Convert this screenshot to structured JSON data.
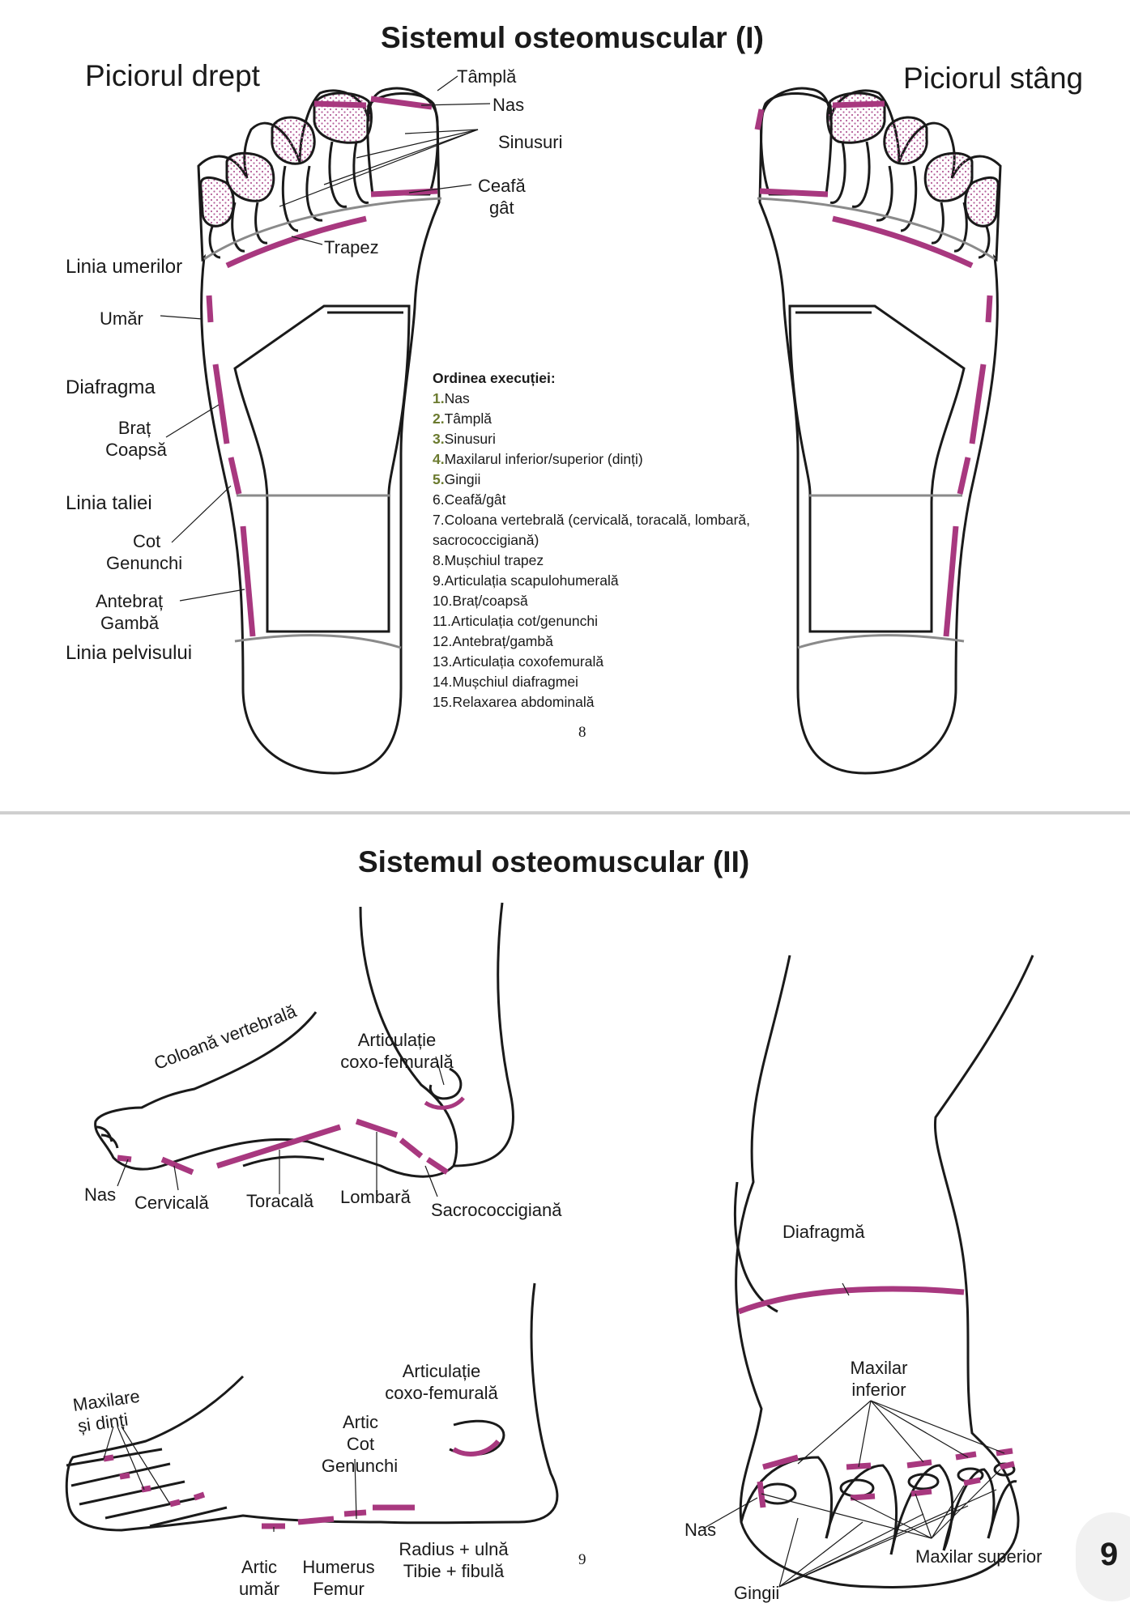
{
  "top": {
    "title": "Sistemul osteomuscular (I)",
    "right_foot_label": "Piciorul drept",
    "left_foot_label": "Piciorul stâng",
    "labels": {
      "tampla": "Tâmplă",
      "nas": "Nas",
      "sinusuri": "Sinusuri",
      "ceafa": "Ceafă",
      "gat": "gât",
      "trapez": "Trapez",
      "linia_umerilor": "Linia umerilor",
      "umar": "Umăr",
      "diafragma": "Diafragma",
      "brat": "Braț",
      "coapsa": "Coapsă",
      "linia_taliei": "Linia taliei",
      "cot": "Cot",
      "genunchi": "Genunchi",
      "antebrat": "Antebraț",
      "gamba": "Gambă",
      "linia_pelvisului": "Linia pelvisului"
    },
    "legend_title": "Ordinea execuției:",
    "legend": [
      {
        "n": "1.",
        "text": "Nas"
      },
      {
        "n": "2.",
        "text": "Tâmplă"
      },
      {
        "n": "3.",
        "text": "Sinusuri"
      },
      {
        "n": "4.",
        "text": "Maxilarul inferior/superior (dinți)"
      },
      {
        "n": "5.",
        "text": "Gingii"
      },
      {
        "n": "",
        "text": "6.Ceafă/gât"
      },
      {
        "n": "",
        "text": "7.Coloana vertebrală (cervicală, toracală, lombară,"
      },
      {
        "n": "",
        "text": "sacrococcigiană)"
      },
      {
        "n": "",
        "text": "8.Mușchiul trapez"
      },
      {
        "n": "",
        "text": "9.Articulația scapulohumerală"
      },
      {
        "n": "",
        "text": "10.Braț/coapsă"
      },
      {
        "n": "",
        "text": "11.Articulația cot/genunchi"
      },
      {
        "n": "",
        "text": "12.Antebraț/gambă"
      },
      {
        "n": "",
        "text": "13.Articulația coxofemurală"
      },
      {
        "n": "",
        "text": "14.Mușchiul diafragmei"
      },
      {
        "n": "",
        "text": "15.Relaxarea abdominală"
      }
    ],
    "page_number": "8"
  },
  "bottom": {
    "title": "Sistemul osteomuscular (II)",
    "labels": {
      "coloana": "Coloană vertebrală",
      "artic_coxo_1a": "Articulație",
      "artic_coxo_1b": "coxo-femurală",
      "nas_1": "Nas",
      "cervicala": "Cervicală",
      "toracala": "Toracală",
      "lombara": "Lombară",
      "sacro": "Sacrococcigiană",
      "diafragma": "Diafragmă",
      "maxilar_inf_a": "Maxilar",
      "maxilar_inf_b": "inferior",
      "maxilare_a": "Maxilare",
      "maxilare_b": "și dinți",
      "artic_coxo_2a": "Articulație",
      "artic_coxo_2b": "coxo-femurală",
      "artic": "Artic",
      "cot": "Cot",
      "genunchi": "Genunchi",
      "artic_umar_a": "Artic",
      "artic_umar_b": "umăr",
      "humerus": "Humerus",
      "femur": "Femur",
      "radius": "Radius + ulnă",
      "tibie": "Tibie + fibulă",
      "nas_2": "Nas",
      "maxilar_sup": "Maxilar superior",
      "gingii": "Gingii"
    },
    "page_number": "9",
    "badge": "9"
  },
  "colors": {
    "accent": "#a8387f",
    "dots": "#b5609a",
    "outline": "#1a1a1a",
    "zone_line": "#8a8a8a"
  }
}
